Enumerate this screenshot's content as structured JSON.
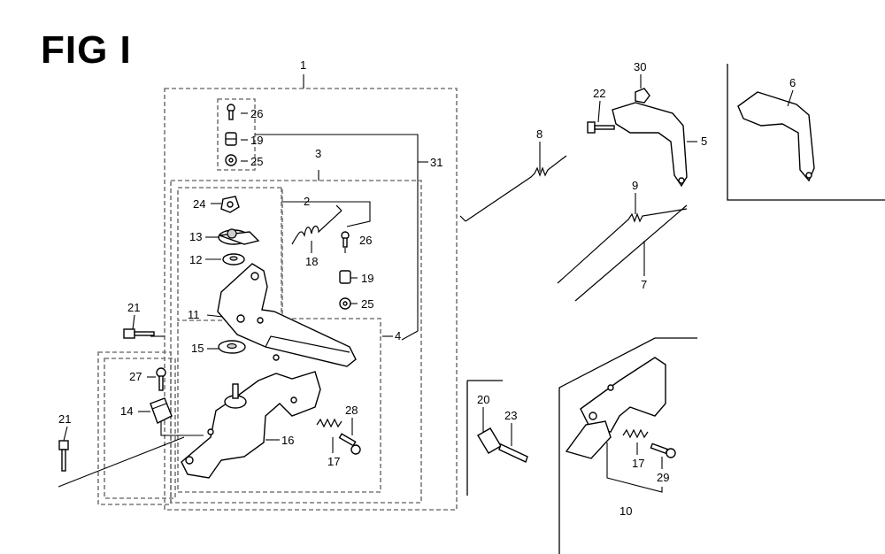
{
  "figure": {
    "title": "FIG I"
  },
  "callouts": [
    {
      "id": "c1",
      "label": "1"
    },
    {
      "id": "c2",
      "label": "2"
    },
    {
      "id": "c3",
      "label": "3"
    },
    {
      "id": "c4",
      "label": "4"
    },
    {
      "id": "c5",
      "label": "5"
    },
    {
      "id": "c6",
      "label": "6"
    },
    {
      "id": "c7",
      "label": "7"
    },
    {
      "id": "c8",
      "label": "8"
    },
    {
      "id": "c9",
      "label": "9"
    },
    {
      "id": "c10",
      "label": "10"
    },
    {
      "id": "c11",
      "label": "11"
    },
    {
      "id": "c12",
      "label": "12"
    },
    {
      "id": "c13",
      "label": "13"
    },
    {
      "id": "c14",
      "label": "14"
    },
    {
      "id": "c15",
      "label": "15"
    },
    {
      "id": "c16",
      "label": "16"
    },
    {
      "id": "c17a",
      "label": "17"
    },
    {
      "id": "c17b",
      "label": "17"
    },
    {
      "id": "c18",
      "label": "18"
    },
    {
      "id": "c19a",
      "label": "19"
    },
    {
      "id": "c19b",
      "label": "19"
    },
    {
      "id": "c20",
      "label": "20"
    },
    {
      "id": "c21a",
      "label": "21"
    },
    {
      "id": "c21b",
      "label": "21"
    },
    {
      "id": "c22",
      "label": "22"
    },
    {
      "id": "c23",
      "label": "23"
    },
    {
      "id": "c24",
      "label": "24"
    },
    {
      "id": "c25a",
      "label": "25"
    },
    {
      "id": "c25b",
      "label": "25"
    },
    {
      "id": "c26a",
      "label": "26"
    },
    {
      "id": "c26b",
      "label": "26"
    },
    {
      "id": "c27",
      "label": "27"
    },
    {
      "id": "c28",
      "label": "28"
    },
    {
      "id": "c29",
      "label": "29"
    },
    {
      "id": "c30",
      "label": "30"
    },
    {
      "id": "c31",
      "label": "31"
    }
  ]
}
